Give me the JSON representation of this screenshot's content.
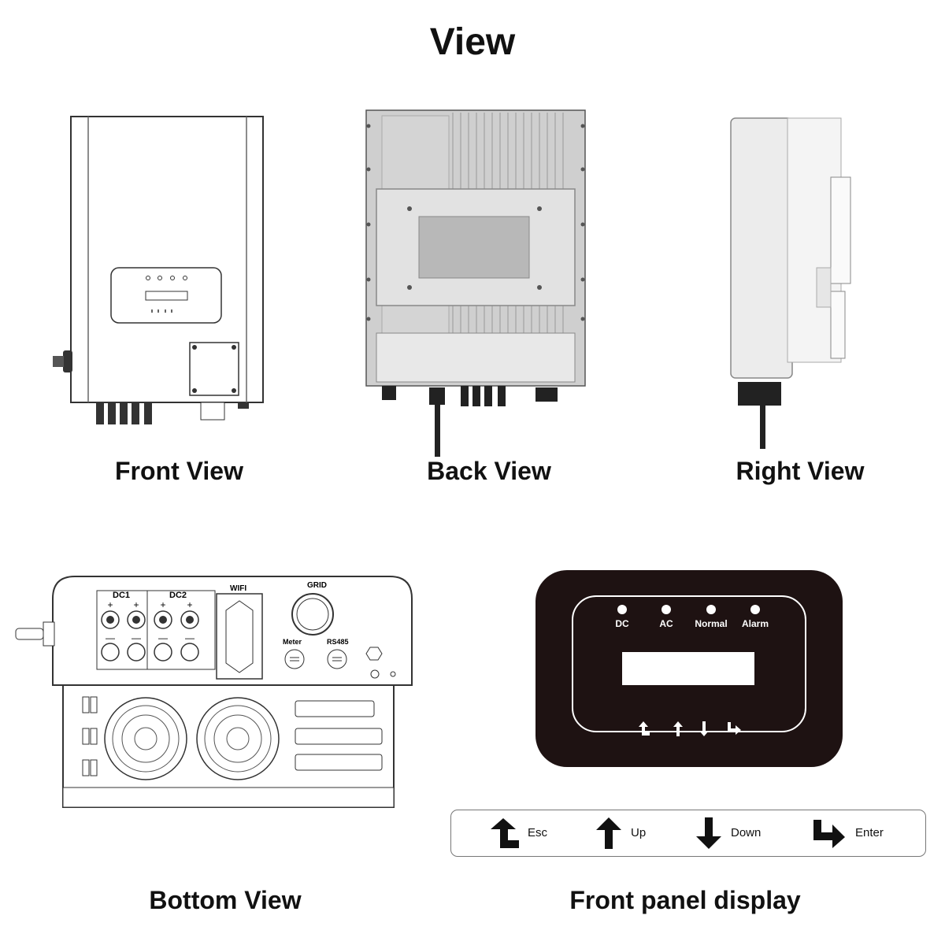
{
  "page": {
    "title": "View"
  },
  "captions": {
    "front": "Front View",
    "back": "Back View",
    "right": "Right View",
    "bottom": "Bottom View",
    "panel": "Front panel display"
  },
  "bottom_view": {
    "labels": {
      "dc1": "DC1",
      "dc2": "DC2",
      "wifi": "WIFI",
      "grid": "GRID",
      "meter": "Meter",
      "rs485": "RS485"
    },
    "symbols": {
      "plus": "+",
      "minus": "—"
    }
  },
  "panel": {
    "indicators": [
      "DC",
      "AC",
      "Normal",
      "Alarm"
    ]
  },
  "legend": {
    "items": [
      {
        "icon": "esc-arrow-icon",
        "label": "Esc"
      },
      {
        "icon": "up-arrow-icon",
        "label": "Up"
      },
      {
        "icon": "down-arrow-icon",
        "label": "Down"
      },
      {
        "icon": "enter-arrow-icon",
        "label": "Enter"
      }
    ]
  },
  "colors": {
    "panel_bg": "#1e1212",
    "line": "#333333",
    "metal": "#d9d9d9"
  }
}
